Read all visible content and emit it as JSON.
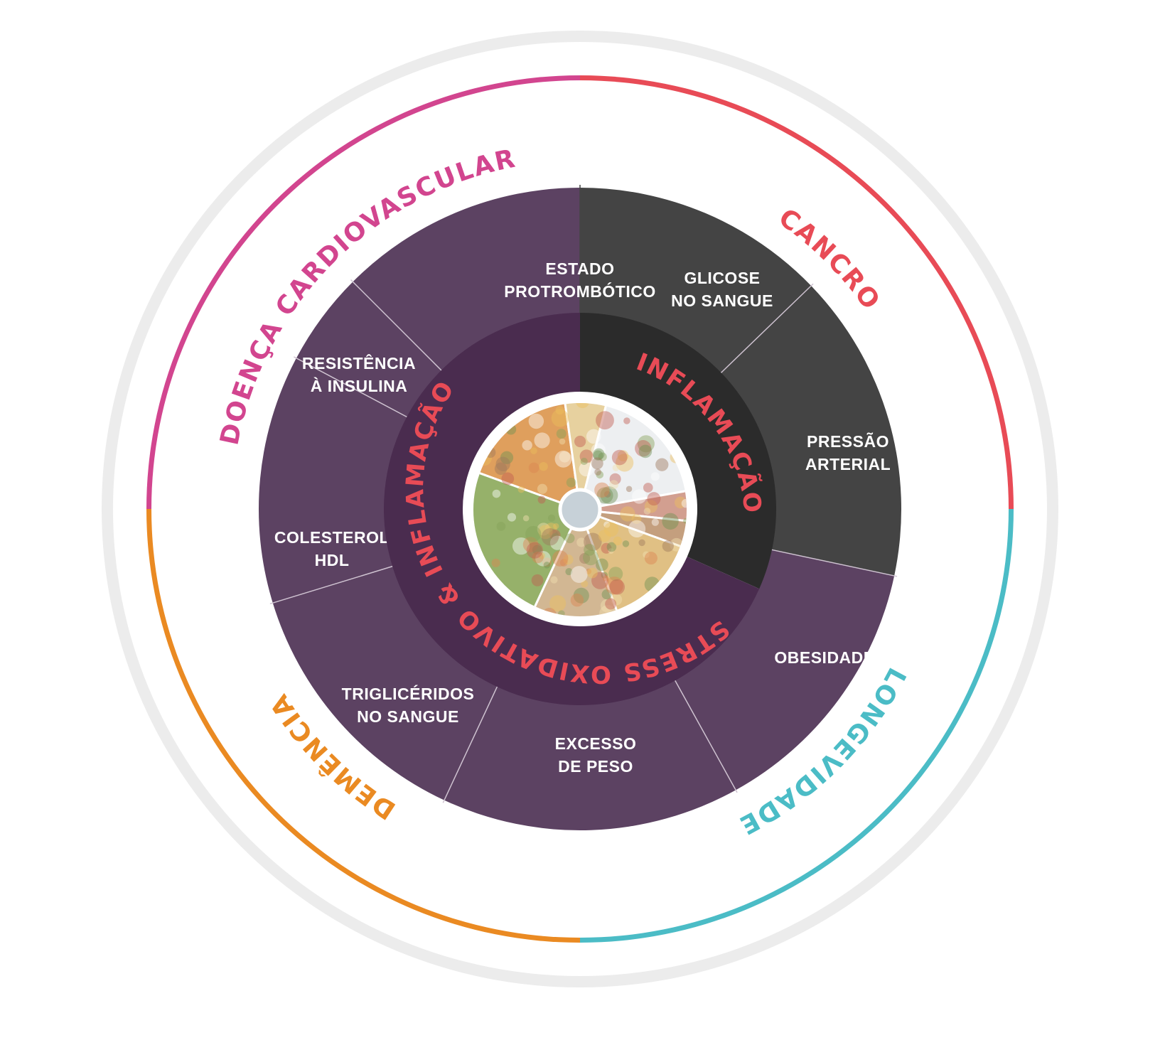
{
  "colors": {
    "outer_ring": "#ececec",
    "cardiovascular": "#d2458f",
    "cancer": "#e84b56",
    "dementia": "#ea8a22",
    "longevity": "#4bbcc6",
    "purple_segment": "#5c4262",
    "purple_inner": "#4a2c4f",
    "dark_segment": "#444444",
    "dark_inner": "#2b2b2b",
    "divider": "#cfc3d1",
    "label_red": "#e84b56"
  },
  "outer_arcs": [
    {
      "id": "cardiovascular",
      "label": "DOENÇA CARDIOVASCULAR",
      "color": "#d2458f"
    },
    {
      "id": "cancer",
      "label": "CANCRO",
      "color": "#e84b56"
    },
    {
      "id": "longevity",
      "label": "LONGEVIDADE",
      "color": "#4bbcc6"
    },
    {
      "id": "dementia",
      "label": "DEMÊNCIA",
      "color": "#ea8a22"
    }
  ],
  "segments": [
    {
      "id": "estado-protrombotico",
      "lines": [
        "ESTADO",
        "PROTROMBÓTICO"
      ],
      "group": "purple"
    },
    {
      "id": "glicose",
      "lines": [
        "GLICOSE",
        "NO SANGUE"
      ],
      "group": "dark"
    },
    {
      "id": "pressao-arterial",
      "lines": [
        "PRESSÃO",
        "ARTERIAL"
      ],
      "group": "dark"
    },
    {
      "id": "obesidade",
      "lines": [
        "OBESIDADE"
      ],
      "group": "purple"
    },
    {
      "id": "excesso-peso",
      "lines": [
        "EXCESSO",
        "DE PESO"
      ],
      "group": "purple"
    },
    {
      "id": "trigliceridos",
      "lines": [
        "TRIGLICÉRIDOS",
        "NO SANGUE"
      ],
      "group": "purple"
    },
    {
      "id": "colesterol-hdl",
      "lines": [
        "COLESTEROL",
        "HDL"
      ],
      "group": "purple"
    },
    {
      "id": "resistencia-insulina",
      "lines": [
        "RESISTÊNCIA",
        "À INSULINA"
      ],
      "group": "purple"
    }
  ],
  "inner_labels": {
    "inflammation": "INFLAMAÇÃO",
    "oxidative": "STRESS OXIDATIVO & INFLAMAÇÃO"
  },
  "center": {
    "food_groups": [
      {
        "name": "fruits",
        "color": "#d88a3a"
      },
      {
        "name": "oils",
        "color": "#e2c78a"
      },
      {
        "name": "dairy",
        "color": "#e9ecee"
      },
      {
        "name": "protein",
        "color": "#c98a78"
      },
      {
        "name": "legumes",
        "color": "#b88a62"
      },
      {
        "name": "tubers",
        "color": "#d9b36a"
      },
      {
        "name": "cereals",
        "color": "#c9a87c"
      },
      {
        "name": "vegetables",
        "color": "#7fa04a"
      }
    ],
    "water_color": "#c7d1d8"
  }
}
